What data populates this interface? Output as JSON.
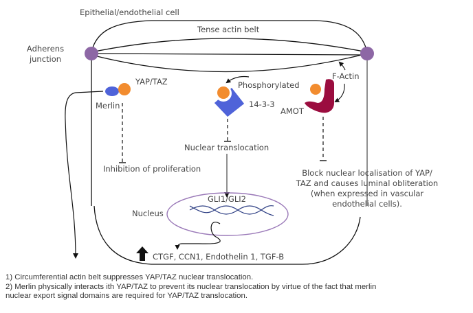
{
  "title": "Epithelial/endothelial cell",
  "labels": {
    "tense_actin_belt": "Tense actin belt",
    "adherens_junction_line1": "Adherens",
    "adherens_junction_line2": "junction",
    "yap_taz": "YAP/TAZ",
    "merlin": "Merlin",
    "phosphorylated": "Phosphorylated",
    "protein_14_3_3": "14-3-3",
    "f_actin": "F-Actin",
    "amot": "AMOT",
    "nuclear_translocation": "Nuclear translocation",
    "inhibition_of_proliferation": "Inhibition of proliferation",
    "block_line1": "Block nuclear localisation of YAP/",
    "block_line2": "TAZ and causes luminal obliteration",
    "block_line3": "(when expressed in vascular",
    "block_line4": "endothelial cells).",
    "gli": "GLI1/GLI2",
    "nucleus": "Nucleus",
    "target_genes": "CTGF, CCN1, Endothelin 1, TGF-B"
  },
  "footnotes": [
    "1) Circumferential actin belt suppresses YAP/TAZ nuclear translocation.",
    "2) Merlin physically interacts ith YAP/TAZ to prevent its nuclear translocation by virtue of the fact that merlin",
    "nuclear export signal domains are required for YAP/TAZ translocation."
  ],
  "colors": {
    "junction": "#8d67a5",
    "merlin_blue": "#4f63d9",
    "yap_orange": "#f28c2f",
    "protein_14_3_3": "#4f63d9",
    "amot": "#9b0d3f",
    "nucleus_outline": "#9a79b8",
    "dna": "#2e3f84",
    "line": "#111111"
  }
}
